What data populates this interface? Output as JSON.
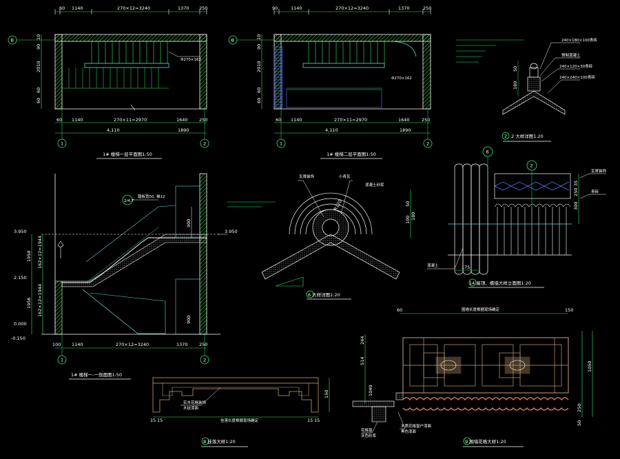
{
  "colors": {
    "background": "#000000",
    "wall": "#ffffff",
    "hatch": "#33cc33",
    "dimension": "#33ee66",
    "cyan": "#66dddd",
    "tile": "#c0c0c0",
    "grille": "#c8a070",
    "leader": "#00ff66"
  },
  "plan1": {
    "dims_top": [
      "60",
      "1140",
      "270×12=3240",
      "1370",
      "250"
    ],
    "dims_bottom1": [
      "60",
      "1140",
      "270×11=2970",
      "1640",
      "250"
    ],
    "dims_bottom2": [
      "4,110",
      "1890"
    ],
    "dims_left": [
      "10",
      "90",
      "2010",
      "60",
      "60"
    ],
    "axis_left": "B",
    "axis_a": "1",
    "axis_b": "2",
    "note": "Φ270×162",
    "caption": "1# 楼梯一层平面图1:50"
  },
  "plan2": {
    "dims_top": [
      "90",
      "1140",
      "270×12=3240",
      "1370",
      "250"
    ],
    "dims_bottom1": [
      "60",
      "1140",
      "270×11=2970",
      "1640",
      "250"
    ],
    "dims_bottom2": [
      "4,110",
      "1890"
    ],
    "dims_left": [
      "10",
      "90",
      "2010",
      "60",
      "60"
    ],
    "axis_left": "B",
    "axis_a": "1",
    "axis_b": "2",
    "note": "Φ270×162",
    "caption": "1# 楼梯二层平面图1:50"
  },
  "detail2": {
    "labels": [
      "240×180×100青砖",
      "预制混凝土",
      "240×120×30青砖",
      "240×240×100青砖"
    ],
    "dims": [
      "50",
      "180"
    ],
    "axis": "2",
    "caption": "2 大样详图1:20"
  },
  "section": {
    "elevations": [
      "3.950",
      "2.150",
      "0.000",
      "-0.150"
    ],
    "level_right": "3.950",
    "dims_left": [
      "1958",
      "1956"
    ],
    "dims_left_small": [
      "162×12=1944",
      "162×12=1944"
    ],
    "dims_bottom": [
      "100",
      "1140",
      "270×12=3240",
      "1370",
      "250"
    ],
    "dims_right": [
      "900",
      "900"
    ],
    "callout": "2/4.7",
    "note": "踏板宽50, 梯12",
    "axis_a": "1",
    "axis_b": "2",
    "caption": "1# 楼梯一-一剖面图1:50"
  },
  "detail6": {
    "labels": [
      "瓦脊装饰",
      "小青瓦",
      "混凝土砂浆"
    ],
    "dims": [
      "50",
      "100",
      "R120",
      "180"
    ],
    "caption": "6 大样详图1:20"
  },
  "detail14": {
    "callouts": [
      "6",
      "2"
    ],
    "labels": [
      "瓦脊装饰",
      "青砖",
      "混凝土"
    ],
    "dims": [
      "35",
      "250",
      "300",
      "175"
    ],
    "caption": "14 屋顶、檐墙大样立面图1:20"
  },
  "detail8": {
    "dim_right": "150",
    "dims_bottom": [
      "15",
      "15",
      "15",
      "15"
    ],
    "labels": [
      "实木花格装饰",
      "木纹漆面"
    ],
    "bottom_label": "挂落长度根据现场确定",
    "caption": "8 挂落大样1:20"
  },
  "detail9": {
    "title": "围墙长度根据现场确定",
    "dims_top": [
      "60",
      "150"
    ],
    "dims_left": [
      "514",
      "1040",
      "244"
    ],
    "dims_right": [
      "1050",
      "250",
      "50"
    ],
    "labels": [
      "花格窗",
      "灰色砂浆",
      "木质花格窗户漆面",
      "黑色漆面"
    ],
    "caption": "9 围墙花格大样1:20"
  }
}
